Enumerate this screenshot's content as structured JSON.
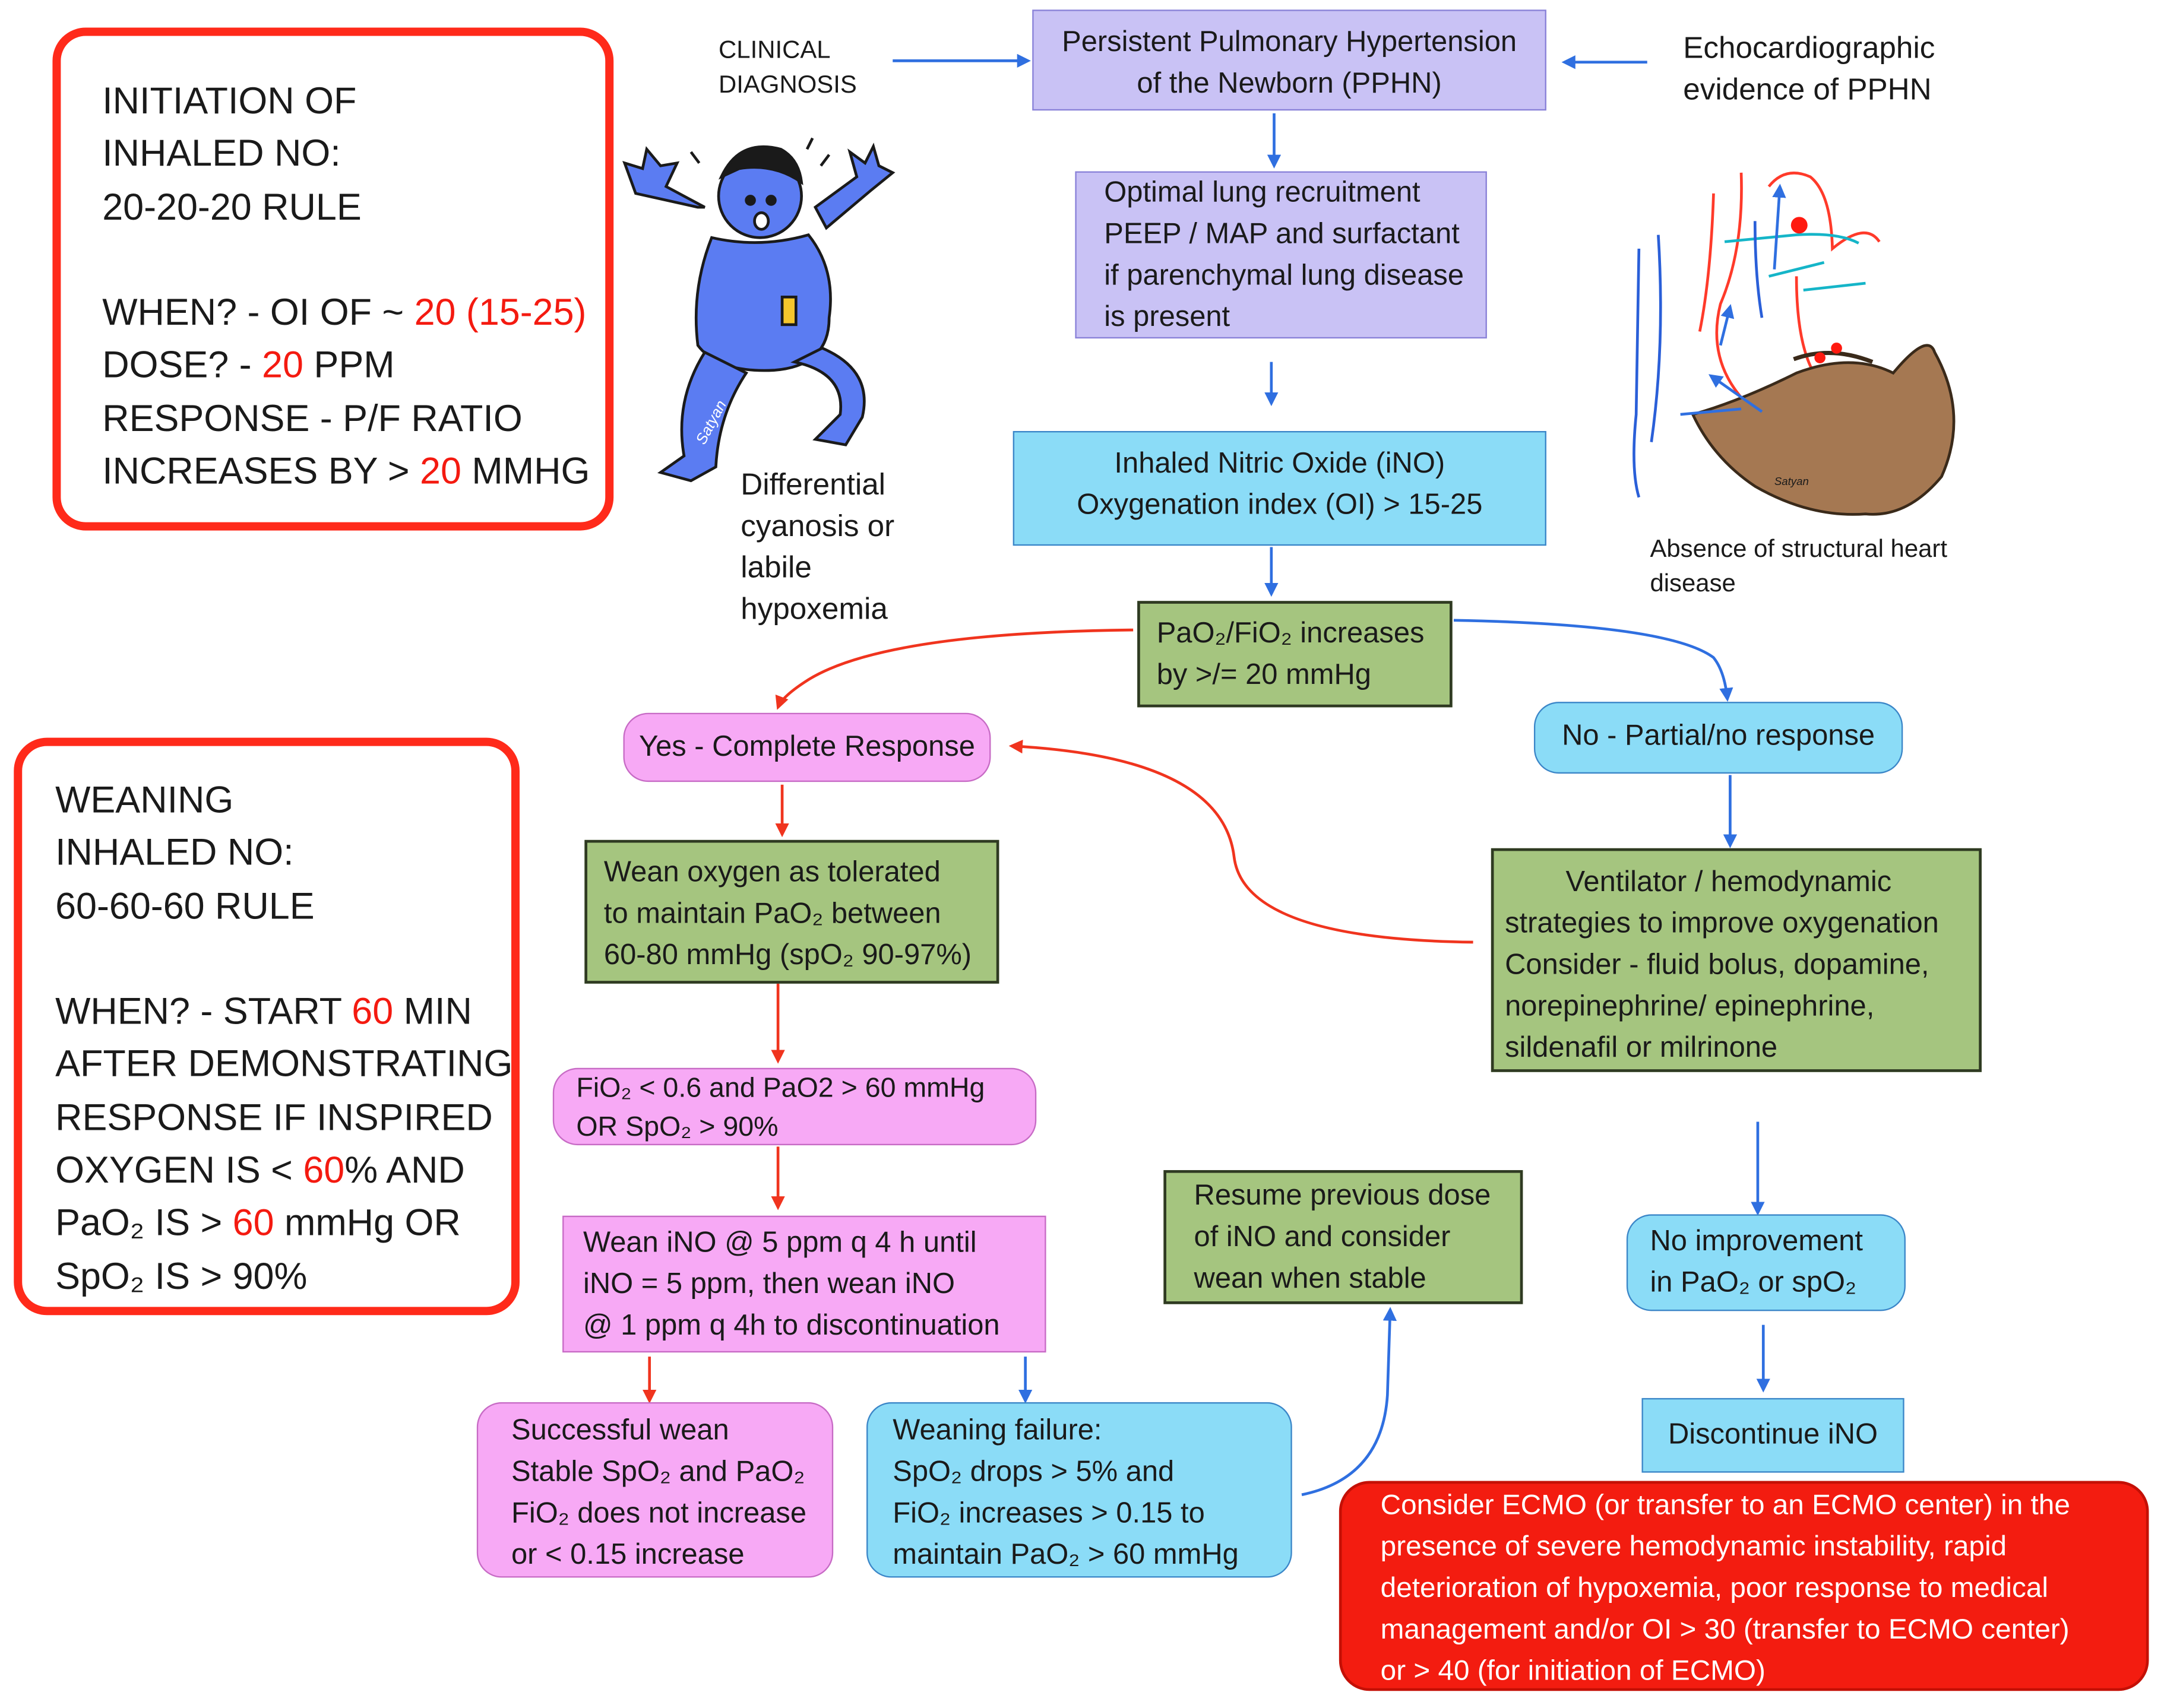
{
  "initiation": {
    "title1": "INITIATION OF",
    "title2": "INHALED NO:",
    "title3": "20-20-20 RULE",
    "when_prefix": "WHEN? - OI OF ~ ",
    "when_value": "20 (15-25)",
    "dose_prefix": "DOSE? - ",
    "dose_value": "20",
    "dose_unit": " PPM",
    "response_line": "RESPONSE - P/F RATIO",
    "increase_prefix": "INCREASES BY > ",
    "increase_value": "20",
    "increase_unit": " MMHG"
  },
  "weaning_rule": {
    "title1": "WEANING",
    "title2": "INHALED NO:",
    "title3": "60-60-60 RULE",
    "l1_prefix": "WHEN? - START ",
    "l1_value": "60",
    "l1_suffix": " MIN",
    "l2": "AFTER DEMONSTRATING",
    "l3": "RESPONSE IF INSPIRED",
    "l4_prefix": "OXYGEN IS < ",
    "l4_value": "60",
    "l4_suffix": "% AND",
    "l5_prefix": "PaO₂ IS > ",
    "l5_value": "60",
    "l5_suffix": " mmHg OR",
    "l6": "SpO₂ IS > 90%"
  },
  "labels": {
    "clinical1": "CLINICAL",
    "clinical2": "DIAGNOSIS",
    "echo1": "Echocardiographic",
    "echo2": "evidence of PPHN",
    "diff1": "Differential",
    "diff2": "cyanosis or",
    "diff3": "labile",
    "diff4": "hypoxemia",
    "absence1": "Absence of structural heart",
    "absence2": "disease",
    "baby_signature": "Satyan",
    "heart_signature": "Satyan"
  },
  "flow": {
    "pphn1": "Persistent Pulmonary Hypertension",
    "pphn2": "of the Newborn (PPHN)",
    "lung1": "Optimal lung recruitment",
    "lung2": "PEEP / MAP and surfactant",
    "lung3": "if parenchymal lung disease",
    "lung4": "is present",
    "ino1": "Inhaled Nitric Oxide (iNO)",
    "ino2": "Oxygenation index (OI) > 15-25",
    "pf1": "PaO₂/FiO₂ increases",
    "pf2": "by >/= 20 mmHg",
    "yes": "Yes - Complete Response",
    "no": "No - Partial/no response",
    "wean_o2_1": "Wean oxygen as tolerated",
    "wean_o2_2": "to maintain PaO₂ between",
    "wean_o2_3": "60-80 mmHg (spO₂ 90-97%)",
    "vent1": "Ventilator / hemodynamic",
    "vent2": "strategies to improve oxygenation",
    "vent3": "Consider - fluid bolus, dopamine,",
    "vent4": "norepinephrine/ epinephrine,",
    "vent5": "sildenafil or milrinone",
    "fio2_1": "FiO₂ < 0.6 and PaO2 > 60 mmHg",
    "fio2_2": "OR SpO₂ > 90%",
    "resume1": "Resume previous dose",
    "resume2": "of iNO and consider",
    "resume3": "wean when stable",
    "noimp1": "No improvement",
    "noimp2": "in PaO₂ or spO₂",
    "weanino1": "Wean iNO @ 5 ppm q 4 h until",
    "weanino2": "iNO = 5 ppm, then wean iNO",
    "weanino3": "@ 1 ppm q 4h to discontinuation",
    "disc": "Discontinue iNO",
    "success1": "Successful wean",
    "success2": "Stable SpO₂ and PaO₂",
    "success3": "FiO₂ does not increase",
    "success4": "or < 0.15 increase",
    "fail1": "Weaning failure:",
    "fail2": "SpO₂ drops > 5% and",
    "fail3": "FiO₂ increases > 0.15 to",
    "fail4": "maintain PaO₂ > 60 mmHg",
    "ecmo1": "Consider ECMO (or transfer to an ECMO center) in the",
    "ecmo2": "presence of severe hemodynamic instability,  rapid",
    "ecmo3": "deterioration of hypoxemia, poor response to medical",
    "ecmo4": "management and/or OI > 30 (transfer to ECMO center)",
    "ecmo5": "or > 40 (for initiation of ECMO)"
  },
  "colors": {
    "red_accent": "#f41a10",
    "arrow_blue": "#2f6fe0",
    "arrow_red": "#f0341e",
    "lavender": "#c9c2f5",
    "sky": "#8bdcf7",
    "green": "#a5c57f",
    "pink": "#f7a9f5",
    "ecmo_red": "#f31c10"
  }
}
